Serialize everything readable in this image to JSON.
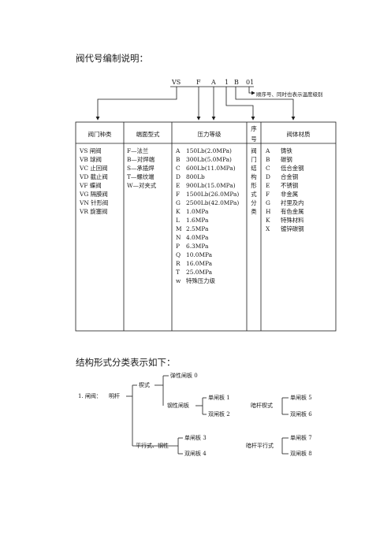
{
  "page_title": "阀代号编制说明：",
  "code_letters": [
    "VS",
    "F",
    "A",
    "1",
    "B",
    "01"
  ],
  "code_note": "顺序号、同时也表示温度级别",
  "table": {
    "headers": {
      "valve_type": "阀门种类",
      "end_type": "端面型式",
      "pressure": "压力等级",
      "seq_line1": "序",
      "seq_line2": "号",
      "material": "阀体材质"
    },
    "valve_types": [
      "VS 闸阀",
      "VB 球阀",
      "VC 止回阀",
      "VD 截止阀",
      "VF 蝶阀",
      "VG 隔膜阀",
      "VN 针形阀",
      "VR 旋塞阀"
    ],
    "end_types": [
      "F—法兰",
      "B—对焊端",
      "S—承插焊",
      "T—螺纹端",
      "W—对夹式"
    ],
    "pressure_codes": [
      "A",
      "B",
      "C",
      "D",
      "E",
      "F",
      "G",
      "K",
      "L",
      "M",
      "N",
      "P",
      "Q",
      "R",
      "T",
      "w"
    ],
    "pressure_values": [
      "150Lb(2.0MPa)",
      "300Lb(5.0MPa)",
      "600Lb(11.0MPa)",
      "800Lb",
      "900Lb(15.0MPa)",
      "1500Lb(26.0MPa)",
      "2500Lb(42.0MPa)",
      "1.0MPa",
      "1.6MPa",
      "2.5MPa",
      "4.0MPa",
      "6.3MPa",
      "10.0MPa",
      "16.0MPa",
      "25.0MPa",
      "特殊压力级"
    ],
    "seq_chars": [
      "阀",
      "门",
      "结",
      "构",
      "形",
      "式",
      "分",
      "类"
    ],
    "material_codes": [
      "A",
      "B",
      "C",
      "D",
      "E",
      "F",
      "G",
      "H",
      "K",
      "X"
    ],
    "material_names": [
      "铸铁",
      "碳钢",
      "低合金钢",
      "合金钢",
      "不锈钢",
      "非金属",
      "衬里及内",
      "有色金属",
      "特殊材料",
      "镀锌碳钢"
    ]
  },
  "structure": {
    "title": "结构形式分类表示如下：",
    "item": "1. 闸阀：",
    "rising": "明杆",
    "wedge": "楔式",
    "elastic": "弹性闸板 0",
    "rigid": "钢性闸板",
    "single1": "单闸板 1",
    "double2": "双闸板  2",
    "parallel": "平行式、钢性",
    "single3": "单闸板 3",
    "double4": "双闸板 4",
    "dark_wedge": "暗杆楔式",
    "single5": "单闸板 5",
    "double6": "双闸板 6",
    "dark_parallel": "暗杆平行式",
    "single7": "单闸板  7",
    "double8": "双闸板  8"
  }
}
